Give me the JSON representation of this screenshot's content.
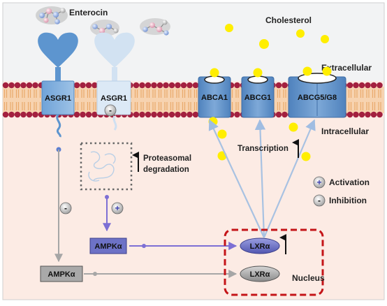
{
  "labels": {
    "enterocin": "Enterocin",
    "cholesterol": "Cholesterol",
    "extracellular": "Extracellular",
    "intracellular": "Intracellular",
    "transcription": "Transcription",
    "proteasomal_line1": "Proteasomal",
    "proteasomal_line2": "degradation",
    "nucleus": "Nucleus"
  },
  "receptors": {
    "asgr1_left": "ASGR1",
    "asgr1_right": "ASGR1"
  },
  "transporters": [
    "ABCA1",
    "ABCG1",
    "ABCG5/G8"
  ],
  "nodes": {
    "ampk_active": "AMPKα",
    "ampk_inactive": "AMPKα",
    "lxr_active": "LXRα",
    "lxr_inactive": "LXRα"
  },
  "legend": {
    "activation": "Activation",
    "inhibition": "Inhibition"
  },
  "signs": {
    "plus": "+",
    "minus": "-",
    "up_arrow": "↑"
  },
  "colors": {
    "extracellular_bg": "#f2f3f4",
    "intracellular_bg": "#fcebe4",
    "membrane_head": "#a3203f",
    "membrane_tail": "#e9a96a",
    "receptor_blue": "#5d95cf",
    "receptor_faded": "#d2e2f2",
    "transporter": "#5c8dc4",
    "cholesterol": "#ffee00",
    "activation_arrow": "#7d6fd4",
    "inhibition_arrow": "#a6a6a6",
    "transport_arrow": "#a8c2e2",
    "nucleus_border": "#c41418",
    "lxr_active": "#6d72c6",
    "lxr_inactive": "#a9a9a9"
  }
}
